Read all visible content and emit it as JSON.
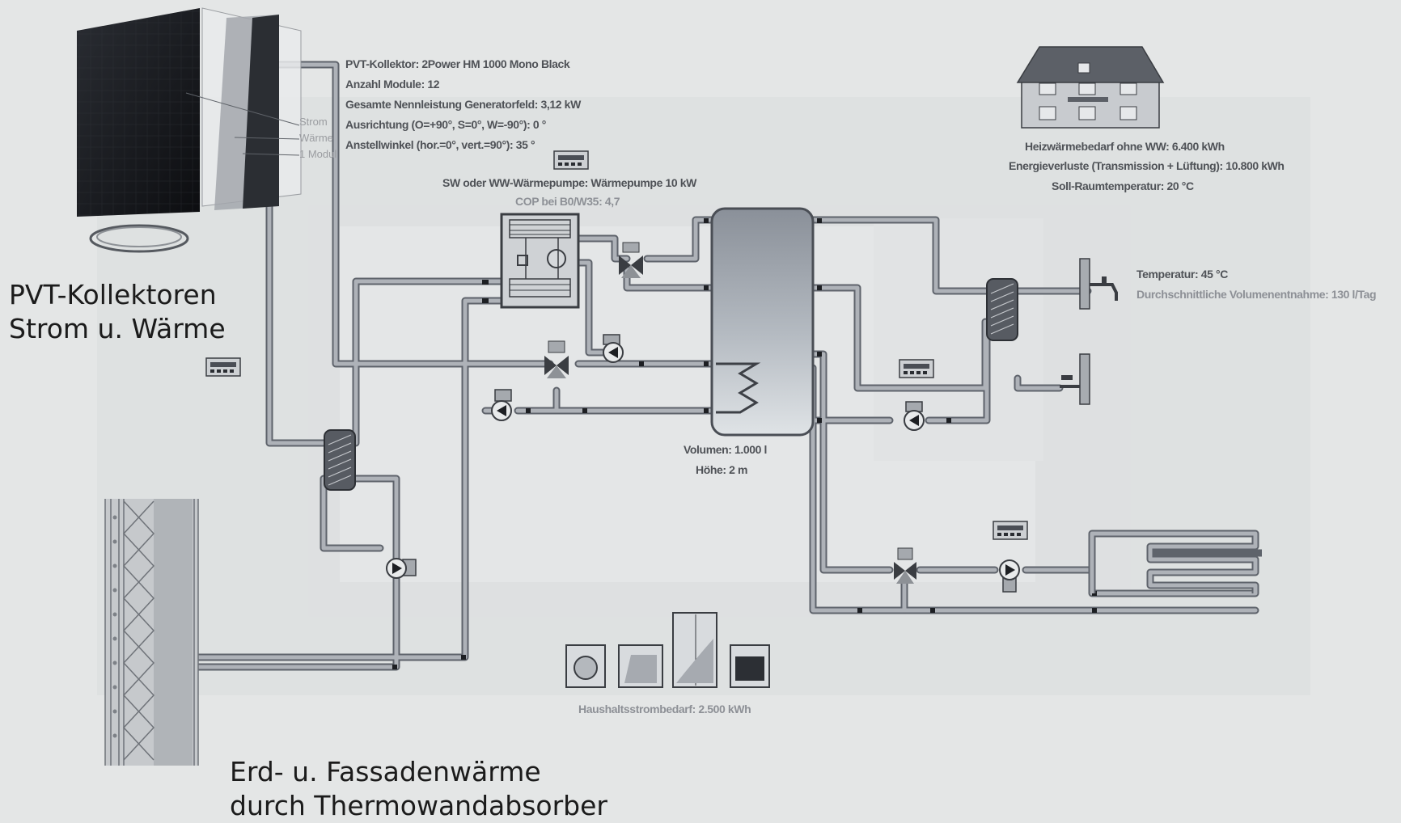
{
  "pvt_info": {
    "line1": "PVT-Kollektor: 2Power HM 1000 Mono Black",
    "line2": "Anzahl Module: 12",
    "line3": "Gesamte Nennleistung Generatorfeld: 3,12 kW",
    "line4": "Ausrichtung (O=+90°, S=0°, W=-90°): 0 °",
    "line5": "Anstellwinkel (hor.=0°, vert.=90°): 35 °"
  },
  "pvt_side_labels": [
    "Strom",
    "Wärme",
    "1 Modul"
  ],
  "heat_pump": {
    "title": "SW oder WW-Wärmepumpe: Wärmepumpe 10 kW",
    "cop": "COP bei B0/W35: 4,7"
  },
  "house": {
    "line1": "Heizwärmebedarf ohne WW: 6.400 kWh",
    "line2": "Energieverluste (Transmission + Lüftung): 10.800 kWh",
    "line3": "Soll-Raumtemperatur: 20 °C"
  },
  "hot_water": {
    "temperature": "Temperatur: 45 °C",
    "volume": "Durchschnittliche Volumenentnahme: 130 l/Tag"
  },
  "storage": {
    "volume": "Volumen: 1.000 l",
    "height": "Höhe: 2 m"
  },
  "household": {
    "label": "Haushaltsstrombedarf: 2.500 kWh"
  },
  "captions": {
    "pvt_line1": "PVT-Kollektoren",
    "pvt_line2": "Strom u. Wärme",
    "ground_line1": "Erd- u. Fassadenwärme",
    "ground_line2": "durch Thermowandabsorber"
  },
  "colors": {
    "pipe_fill": "#a9adb3",
    "pipe_edge": "#5e636b",
    "background": "#e4e6e6",
    "panel": "#15171b"
  }
}
